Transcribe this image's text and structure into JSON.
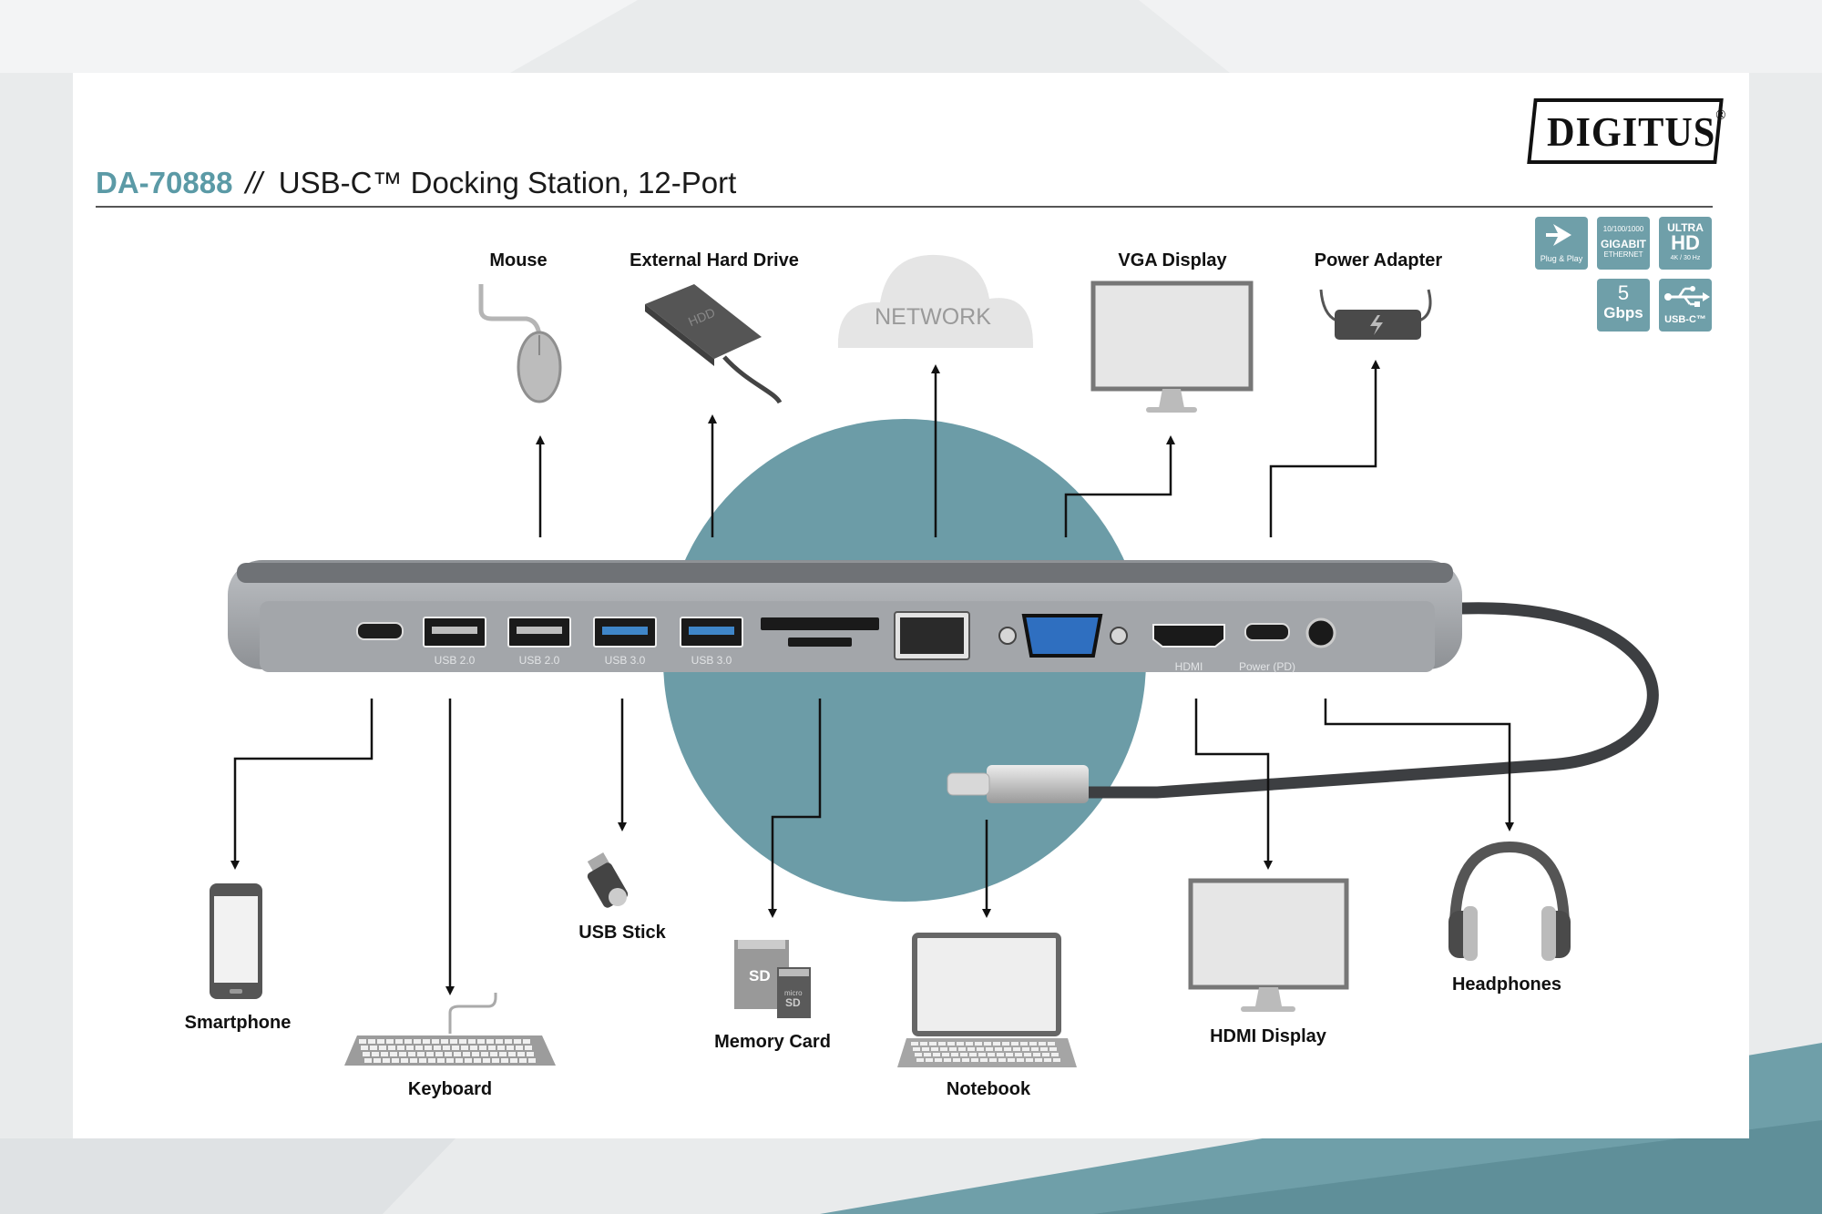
{
  "header": {
    "model": "DA-70888",
    "separator": "//",
    "title": "USB-C™ Docking Station, 12-Port"
  },
  "brand": {
    "name": "DIGITUS",
    "mark": "®"
  },
  "badges": {
    "plug_play": "Plug & Play",
    "gigabit_line1": "10/100/1000",
    "gigabit_line2": "GIGABIT",
    "gigabit_line3": "ETHERNET",
    "ultra": "ULTRA",
    "hd": "HD",
    "hd_sub": "4K / 30 Hz",
    "speed_num": "5",
    "speed_unit": "Gbps",
    "usbc": "USB-C™"
  },
  "devices": {
    "mouse": "Mouse",
    "external_hdd": "External Hard Drive",
    "hdd_tag": "HDD",
    "network": "NETWORK",
    "vga_display": "VGA Display",
    "power_adapter": "Power Adapter",
    "smartphone": "Smartphone",
    "keyboard": "Keyboard",
    "usb_stick": "USB Stick",
    "memory_card": "Memory Card",
    "sd": "SD",
    "micro_sd_a": "micro",
    "micro_sd_b": "SD",
    "notebook": "Notebook",
    "hdmi_display": "HDMI Display",
    "headphones": "Headphones"
  },
  "ports": {
    "usb2_a": "USB 2.0",
    "usb2_b": "USB 2.0",
    "usb3_a": "USB 3.0",
    "usb3_b": "USB 3.0",
    "hdmi": "HDMI",
    "power": "Power (PD)"
  },
  "colors": {
    "accent": "#6f9fa9",
    "circle": "#6c9ca7",
    "dock_body": "#a9acb0",
    "usb3_blue": "#3f86c9",
    "vga_blue": "#2f6fc0"
  }
}
